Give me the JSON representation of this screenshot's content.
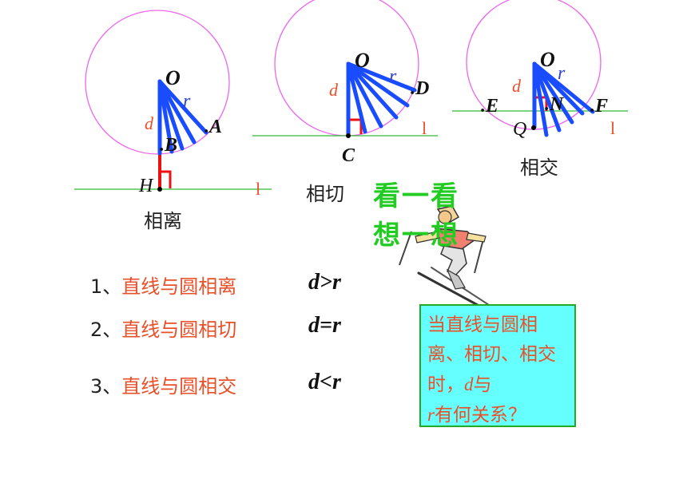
{
  "diagrams": {
    "separate": {
      "center": "O",
      "radius": "r",
      "distance": "d",
      "point_a": ".A",
      "point_b": ".B",
      "foot": "H",
      "line": "l",
      "caption": "相离"
    },
    "tangent": {
      "center": "O",
      "radius": "r",
      "distance": "d",
      "point_d": ".D",
      "point_c": "C",
      "line": "l",
      "caption": "相切"
    },
    "intersect": {
      "center": "O",
      "radius": "r",
      "distance": "d",
      "point_e": ".E",
      "point_n": ".N",
      "point_f": ".F",
      "foot": "Q",
      "line": "l",
      "caption": "相交"
    }
  },
  "look_think": {
    "line1": "看一看",
    "line2": "想一想"
  },
  "relations": [
    {
      "num": "1、",
      "text": "直线与圆相离",
      "formula": "d>r"
    },
    {
      "num": "2、",
      "text": "直线与圆相切",
      "formula": "d=r"
    },
    {
      "num": "3、",
      "text": "直线与圆相交",
      "formula": "d<r"
    }
  ],
  "question": {
    "part1": "当直线与圆相离、相切、相交时，",
    "d": "d",
    "part2": "与",
    "r": "r",
    "part3": "有何关系？"
  },
  "colors": {
    "circle": "#ee66ee",
    "line": "#33bb33",
    "rays": "#1a4cff",
    "perpendicular": "#ee1111",
    "labels_red": "#e8502a",
    "question_bg": "#66ffff",
    "look_green": "#22cc22"
  },
  "icons": {
    "skier": "skier-clipart"
  }
}
